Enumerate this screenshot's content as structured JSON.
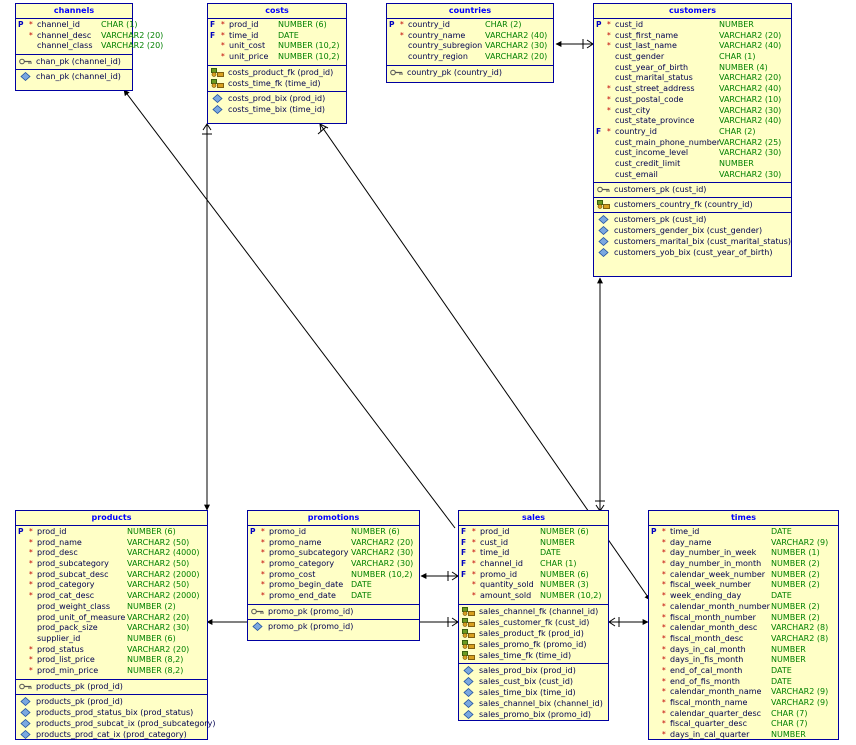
{
  "tables": {
    "channels": {
      "title": "channels",
      "columns": [
        {
          "k": "P",
          "m": "*",
          "n": "channel_id",
          "t": "CHAR (1)"
        },
        {
          "k": "",
          "m": "*",
          "n": "channel_desc",
          "t": "VARCHAR2 (20)"
        },
        {
          "k": "",
          "m": "",
          "n": "channel_class",
          "t": "VARCHAR2 (20)"
        }
      ],
      "keys": [
        {
          "icon": "primary-key",
          "n": "chan_pk (channel_id)"
        }
      ],
      "indexes": [
        {
          "icon": "index",
          "n": "chan_pk (channel_id)"
        }
      ]
    },
    "costs": {
      "title": "costs",
      "columns": [
        {
          "k": "F",
          "m": "*",
          "n": "prod_id",
          "t": "NUMBER (6)"
        },
        {
          "k": "F",
          "m": "*",
          "n": "time_id",
          "t": "DATE"
        },
        {
          "k": "",
          "m": "*",
          "n": "unit_cost",
          "t": "NUMBER (10,2)"
        },
        {
          "k": "",
          "m": "*",
          "n": "unit_price",
          "t": "NUMBER (10,2)"
        }
      ],
      "keys": [
        {
          "icon": "foreign-key",
          "n": "costs_product_fk (prod_id)"
        },
        {
          "icon": "foreign-key",
          "n": "costs_time_fk (time_id)"
        }
      ],
      "indexes": [
        {
          "icon": "index",
          "n": "costs_prod_bix (prod_id)"
        },
        {
          "icon": "index",
          "n": "costs_time_bix (time_id)"
        }
      ]
    },
    "countries": {
      "title": "countries",
      "columns": [
        {
          "k": "P",
          "m": "*",
          "n": "country_id",
          "t": "CHAR (2)"
        },
        {
          "k": "",
          "m": "*",
          "n": "country_name",
          "t": "VARCHAR2 (40)"
        },
        {
          "k": "",
          "m": "",
          "n": "country_subregion",
          "t": "VARCHAR2 (30)"
        },
        {
          "k": "",
          "m": "",
          "n": "country_region",
          "t": "VARCHAR2 (20)"
        }
      ],
      "keys": [
        {
          "icon": "primary-key",
          "n": "country_pk (country_id)"
        }
      ],
      "indexes": []
    },
    "customers": {
      "title": "customers",
      "columns": [
        {
          "k": "P",
          "m": "*",
          "n": "cust_id",
          "t": "NUMBER"
        },
        {
          "k": "",
          "m": "*",
          "n": "cust_first_name",
          "t": "VARCHAR2 (20)"
        },
        {
          "k": "",
          "m": "*",
          "n": "cust_last_name",
          "t": "VARCHAR2 (40)"
        },
        {
          "k": "",
          "m": "",
          "n": "cust_gender",
          "t": "CHAR (1)"
        },
        {
          "k": "",
          "m": "",
          "n": "cust_year_of_birth",
          "t": "NUMBER (4)"
        },
        {
          "k": "",
          "m": "",
          "n": "cust_marital_status",
          "t": "VARCHAR2 (20)"
        },
        {
          "k": "",
          "m": "*",
          "n": "cust_street_address",
          "t": "VARCHAR2 (40)"
        },
        {
          "k": "",
          "m": "*",
          "n": "cust_postal_code",
          "t": "VARCHAR2 (10)"
        },
        {
          "k": "",
          "m": "*",
          "n": "cust_city",
          "t": "VARCHAR2 (30)"
        },
        {
          "k": "",
          "m": "",
          "n": "cust_state_province",
          "t": "VARCHAR2 (40)"
        },
        {
          "k": "F",
          "m": "*",
          "n": "country_id",
          "t": "CHAR (2)"
        },
        {
          "k": "",
          "m": "",
          "n": "cust_main_phone_number",
          "t": "VARCHAR2 (25)"
        },
        {
          "k": "",
          "m": "",
          "n": "cust_income_level",
          "t": "VARCHAR2 (30)"
        },
        {
          "k": "",
          "m": "",
          "n": "cust_credit_limit",
          "t": "NUMBER"
        },
        {
          "k": "",
          "m": "",
          "n": "cust_email",
          "t": "VARCHAR2 (30)"
        }
      ],
      "keys": [
        {
          "icon": "primary-key",
          "n": "customers_pk (cust_id)"
        }
      ],
      "fkeys": [
        {
          "icon": "foreign-key",
          "n": "customers_country_fk (country_id)"
        }
      ],
      "indexes": [
        {
          "icon": "index",
          "n": "customers_pk (cust_id)"
        },
        {
          "icon": "index",
          "n": "customers_gender_bix (cust_gender)"
        },
        {
          "icon": "index",
          "n": "customers_marital_bix (cust_marital_status)"
        },
        {
          "icon": "index",
          "n": "customers_yob_bix (cust_year_of_birth)"
        }
      ]
    },
    "products": {
      "title": "products",
      "columns": [
        {
          "k": "P",
          "m": "*",
          "n": "prod_id",
          "t": "NUMBER (6)"
        },
        {
          "k": "",
          "m": "*",
          "n": "prod_name",
          "t": "VARCHAR2 (50)"
        },
        {
          "k": "",
          "m": "*",
          "n": "prod_desc",
          "t": "VARCHAR2 (4000)"
        },
        {
          "k": "",
          "m": "*",
          "n": "prod_subcategory",
          "t": "VARCHAR2 (50)"
        },
        {
          "k": "",
          "m": "*",
          "n": "prod_subcat_desc",
          "t": "VARCHAR2 (2000)"
        },
        {
          "k": "",
          "m": "*",
          "n": "prod_category",
          "t": "VARCHAR2 (50)"
        },
        {
          "k": "",
          "m": "*",
          "n": "prod_cat_desc",
          "t": "VARCHAR2 (2000)"
        },
        {
          "k": "",
          "m": "",
          "n": "prod_weight_class",
          "t": "NUMBER (2)"
        },
        {
          "k": "",
          "m": "",
          "n": "prod_unit_of_measure",
          "t": "VARCHAR2 (20)"
        },
        {
          "k": "",
          "m": "",
          "n": "prod_pack_size",
          "t": "VARCHAR2 (30)"
        },
        {
          "k": "",
          "m": "",
          "n": "supplier_id",
          "t": "NUMBER (6)"
        },
        {
          "k": "",
          "m": "*",
          "n": "prod_status",
          "t": "VARCHAR2 (20)"
        },
        {
          "k": "",
          "m": "*",
          "n": "prod_list_price",
          "t": "NUMBER (8,2)"
        },
        {
          "k": "",
          "m": "*",
          "n": "prod_min_price",
          "t": "NUMBER (8,2)"
        }
      ],
      "keys": [
        {
          "icon": "primary-key",
          "n": "products_pk (prod_id)"
        }
      ],
      "indexes": [
        {
          "icon": "index",
          "n": "products_pk (prod_id)"
        },
        {
          "icon": "index",
          "n": "products_prod_status_bix (prod_status)"
        },
        {
          "icon": "index",
          "n": "products_prod_subcat_ix (prod_subcategory)"
        },
        {
          "icon": "index",
          "n": "products_prod_cat_ix (prod_category)"
        }
      ]
    },
    "promotions": {
      "title": "promotions",
      "columns": [
        {
          "k": "P",
          "m": "*",
          "n": "promo_id",
          "t": "NUMBER (6)"
        },
        {
          "k": "",
          "m": "*",
          "n": "promo_name",
          "t": "VARCHAR2 (20)"
        },
        {
          "k": "",
          "m": "*",
          "n": "promo_subcategory",
          "t": "VARCHAR2 (30)"
        },
        {
          "k": "",
          "m": "*",
          "n": "promo_category",
          "t": "VARCHAR2 (30)"
        },
        {
          "k": "",
          "m": "*",
          "n": "promo_cost",
          "t": "NUMBER (10,2)"
        },
        {
          "k": "",
          "m": "*",
          "n": "promo_begin_date",
          "t": "DATE"
        },
        {
          "k": "",
          "m": "*",
          "n": "promo_end_date",
          "t": "DATE"
        }
      ],
      "keys": [
        {
          "icon": "primary-key",
          "n": "promo_pk (promo_id)"
        }
      ],
      "indexes": [
        {
          "icon": "index",
          "n": "promo_pk (promo_id)"
        }
      ]
    },
    "sales": {
      "title": "sales",
      "columns": [
        {
          "k": "F",
          "m": "*",
          "n": "prod_id",
          "t": "NUMBER (6)"
        },
        {
          "k": "F",
          "m": "*",
          "n": "cust_id",
          "t": "NUMBER"
        },
        {
          "k": "F",
          "m": "*",
          "n": "time_id",
          "t": "DATE"
        },
        {
          "k": "F",
          "m": "*",
          "n": "channel_id",
          "t": "CHAR (1)"
        },
        {
          "k": "F",
          "m": "*",
          "n": "promo_id",
          "t": "NUMBER (6)"
        },
        {
          "k": "",
          "m": "*",
          "n": "quantity_sold",
          "t": "NUMBER (3)"
        },
        {
          "k": "",
          "m": "*",
          "n": "amount_sold",
          "t": "NUMBER (10,2)"
        }
      ],
      "keys": [
        {
          "icon": "foreign-key",
          "n": "sales_channel_fk (channel_id)"
        },
        {
          "icon": "foreign-key",
          "n": "sales_customer_fk (cust_id)"
        },
        {
          "icon": "foreign-key",
          "n": "sales_product_fk (prod_id)"
        },
        {
          "icon": "foreign-key",
          "n": "sales_promo_fk (promo_id)"
        },
        {
          "icon": "foreign-key",
          "n": "sales_time_fk (time_id)"
        }
      ],
      "indexes": [
        {
          "icon": "index",
          "n": "sales_prod_bix (prod_id)"
        },
        {
          "icon": "index",
          "n": "sales_cust_bix (cust_id)"
        },
        {
          "icon": "index",
          "n": "sales_time_bix (time_id)"
        },
        {
          "icon": "index",
          "n": "sales_channel_bix (channel_id)"
        },
        {
          "icon": "index",
          "n": "sales_promo_bix (promo_id)"
        }
      ]
    },
    "times": {
      "title": "times",
      "columns": [
        {
          "k": "P",
          "m": "*",
          "n": "time_id",
          "t": "DATE"
        },
        {
          "k": "",
          "m": "*",
          "n": "day_name",
          "t": "VARCHAR2 (9)"
        },
        {
          "k": "",
          "m": "*",
          "n": "day_number_in_week",
          "t": "NUMBER (1)"
        },
        {
          "k": "",
          "m": "*",
          "n": "day_number_in_month",
          "t": "NUMBER (2)"
        },
        {
          "k": "",
          "m": "*",
          "n": "calendar_week_number",
          "t": "NUMBER (2)"
        },
        {
          "k": "",
          "m": "*",
          "n": "fiscal_week_number",
          "t": "NUMBER (2)"
        },
        {
          "k": "",
          "m": "*",
          "n": "week_ending_day",
          "t": "DATE"
        },
        {
          "k": "",
          "m": "*",
          "n": "calendar_month_number",
          "t": "NUMBER (2)"
        },
        {
          "k": "",
          "m": "*",
          "n": "fiscal_month_number",
          "t": "NUMBER (2)"
        },
        {
          "k": "",
          "m": "*",
          "n": "calendar_month_desc",
          "t": "VARCHAR2 (8)"
        },
        {
          "k": "",
          "m": "*",
          "n": "fiscal_month_desc",
          "t": "VARCHAR2 (8)"
        },
        {
          "k": "",
          "m": "*",
          "n": "days_in_cal_month",
          "t": "NUMBER"
        },
        {
          "k": "",
          "m": "*",
          "n": "days_in_fis_month",
          "t": "NUMBER"
        },
        {
          "k": "",
          "m": "*",
          "n": "end_of_cal_month",
          "t": "DATE"
        },
        {
          "k": "",
          "m": "*",
          "n": "end_of_fis_month",
          "t": "DATE"
        },
        {
          "k": "",
          "m": "*",
          "n": "calendar_month_name",
          "t": "VARCHAR2 (9)"
        },
        {
          "k": "",
          "m": "*",
          "n": "fiscal_month_name",
          "t": "VARCHAR2 (9)"
        },
        {
          "k": "",
          "m": "*",
          "n": "calendar_quarter_desc",
          "t": "CHAR (7)"
        },
        {
          "k": "",
          "m": "*",
          "n": "fiscal_quarter_desc",
          "t": "CHAR (7)"
        },
        {
          "k": "",
          "m": "*",
          "n": "days_in_cal_quarter",
          "t": "NUMBER"
        }
      ],
      "keys": [],
      "indexes": []
    }
  },
  "colors": {
    "table_fill": "#ffffc6",
    "table_border": "#0000a0",
    "title_text": "#0000ff",
    "type_text": "#008000",
    "mandatory_mark": "#c00000",
    "relationship_line": "#000000"
  }
}
